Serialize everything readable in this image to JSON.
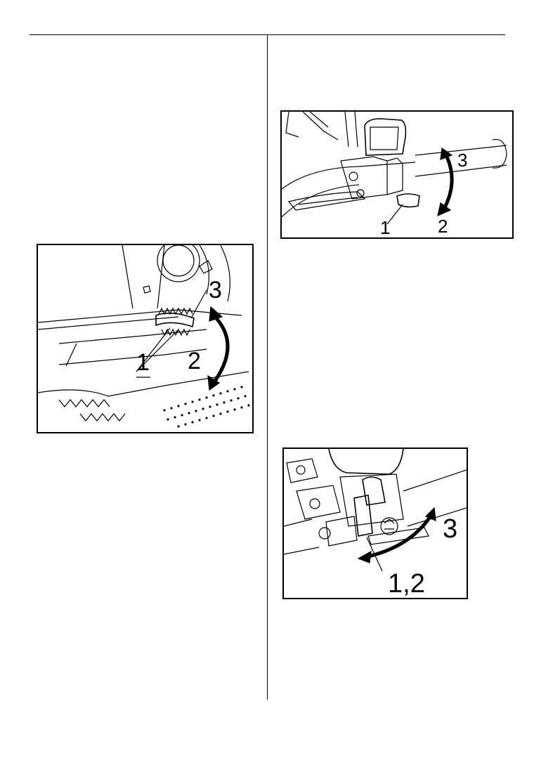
{
  "figures": {
    "footrest": {
      "callouts": {
        "three": "3",
        "one": "1",
        "two": "2"
      },
      "icon": "footrest-illustration-icon"
    },
    "brake_lever": {
      "callouts": {
        "three": "3",
        "one": "1",
        "two": "2"
      },
      "icon": "brake-lever-illustration-icon"
    },
    "parking_lock": {
      "callouts": {
        "three": "3",
        "one_two": "1,2"
      },
      "icon": "parking-lock-illustration-icon"
    }
  }
}
